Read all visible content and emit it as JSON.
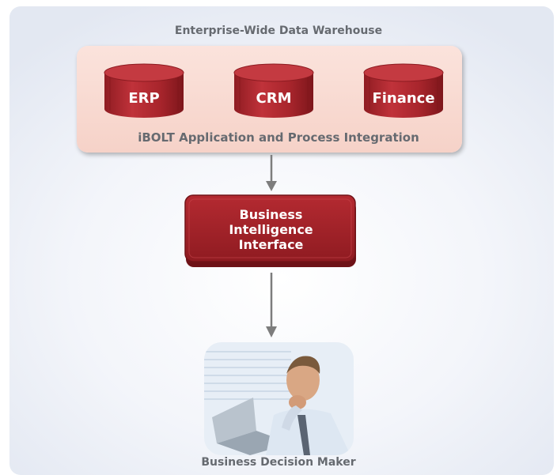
{
  "diagram": {
    "title": "Enterprise-Wide Data Warehouse",
    "databases": [
      {
        "label": "ERP"
      },
      {
        "label": "CRM"
      },
      {
        "label": "Finance"
      }
    ],
    "integration_label": "iBOLT Application and Process Integration",
    "bi_interface": {
      "line1": "Business",
      "line2": "Intelligence",
      "line3": "Interface"
    },
    "decision_maker_label": "Business Decision Maker"
  },
  "colors": {
    "database_red": "#b3262d",
    "warehouse_fill": "#f8d9d0",
    "text_gray": "#666a70",
    "arrow_gray": "#7d7d7d"
  }
}
